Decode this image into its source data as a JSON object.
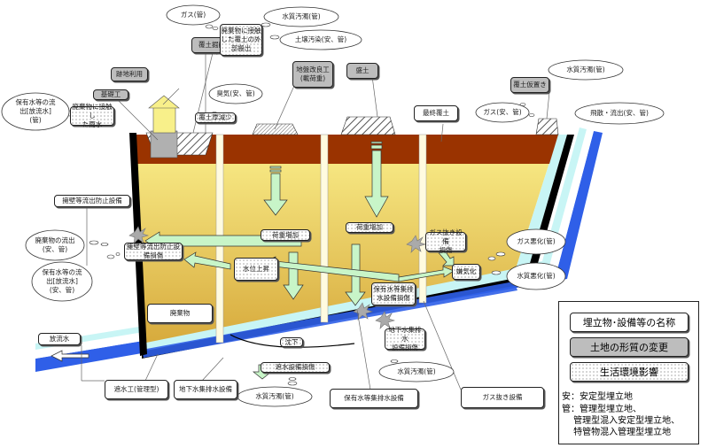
{
  "colors": {
    "cover_soil": "#9a3300",
    "waste_top": "#fbf08c",
    "waste_bottom": "#d6a83a",
    "liner_light": "#c8f5f5",
    "liner_blue": "#2f5fe8",
    "arrow_fill": "#c8f5c8",
    "change_box": "#bdbdbd",
    "house": "#f8f08a"
  },
  "names": {
    "site_use": "跡地利用",
    "final_cover": "最終覆土",
    "retaining_wall_facility": "擁壁等流出防止設備",
    "waste": "廃棄物",
    "discharge_water": "放流水",
    "impermeable_work": "遮水工(管理型)",
    "groundwater_drain": "地下水集排水設備",
    "leachate_drain": "保有水等集排水設備",
    "gas_vent": "ガス抜き設備"
  },
  "changes": {
    "cover_excavation": "覆土掘削",
    "foundation_work": "基礎工",
    "ground_improvement": "地盤改良工\n(載荷重)",
    "embankment": "盛土",
    "temp_soil_storage": "覆土仮置き"
  },
  "impacts": {
    "exposed_soil": "廃棄物に接触\nした覆土の外\n部搬出",
    "rain_contact": "廃棄物に接触し\nた雨水",
    "cover_reduction": "覆土厚減少",
    "load_increase_1": "荷重増加",
    "load_increase_2": "荷重増加",
    "water_rise": "水位上昇",
    "wall_damage": "擁壁等流出防止設\n備損傷",
    "gas_vent_damage": "ガス抜き設備\n損傷",
    "anaerobic": "嫌気化",
    "leachate_damage": "保有水等集排\n水設備損傷",
    "gw_damage": "地下水集排水\n設備損傷",
    "settlement": "沈下",
    "liner_damage": "遮水設備損傷"
  },
  "clouds": {
    "gas_kan": "ガス(管)",
    "water_pollution_top": "水質汚濁(管)",
    "soil_pollution": "土壌汚染(安、管)",
    "odor": "臭気(安、管)",
    "leachate_discharge_top": "保有水等の流\n出[放流水]\n(管)",
    "water_pollution_right": "水質汚濁(管)",
    "gas_an_kan": "ガス(安、管)",
    "scatter_outflow": "飛散・流出(安、管)",
    "waste_outflow": "廃棄物の流出\n(安、管)",
    "leachate_discharge_left": "保有水等の流\n出[放流水]\n(安、管)",
    "gas_worsen": "ガス悪化(管)",
    "water_worsen": "水質悪化(管)",
    "water_pollution_mid": "水質汚濁(管)",
    "water_pollution_bottom": "水質汚濁(管)"
  },
  "legend": {
    "name_label": "埋立物･設備等の名称",
    "change_label": "土地の形質の変更",
    "impact_label": "生活環境影響",
    "note_an": "安：安定型埋立地",
    "note_kan": "管：管理型埋立地、\n　 管理型混入安定型埋立地、\n　 特管物混入管理型埋立地"
  }
}
